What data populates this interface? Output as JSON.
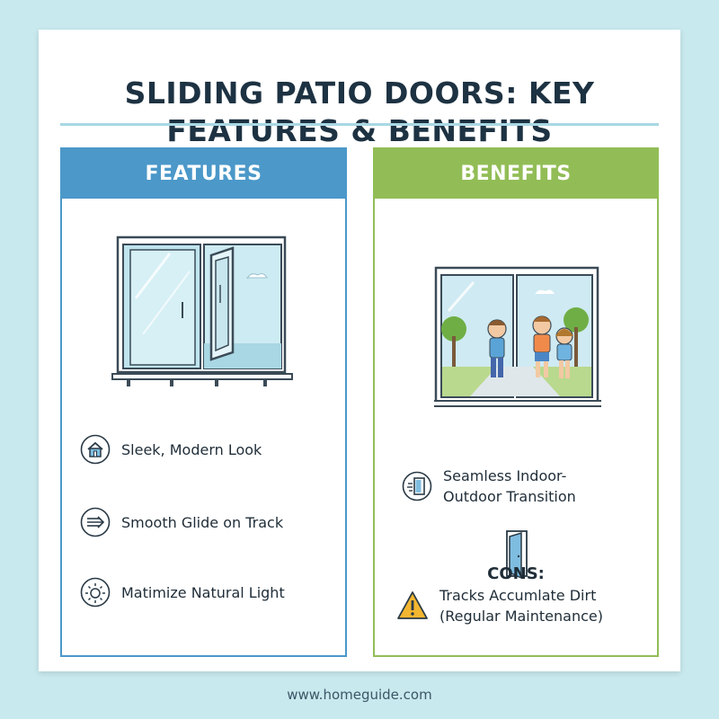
{
  "title_line1": "SLIDING PATIO DOORS: KEY",
  "title_line2": "FEATURES & BENEFITS",
  "features": {
    "heading": "FEATURES",
    "items": [
      {
        "icon": "house-icon",
        "label": "Sleek, Modern Look"
      },
      {
        "icon": "arrows-right-icon",
        "label": "Smooth Glide on Track"
      },
      {
        "icon": "sun-icon",
        "label": "Matimize Natural Light"
      }
    ]
  },
  "benefits": {
    "heading": "BENEFITS",
    "items": [
      {
        "icon": "door-exit-icon",
        "label_line1": "Seamless Indoor-",
        "label_line2": "Outdoor Transition"
      }
    ],
    "cons": {
      "heading": "CONS:",
      "icon": "warning-icon",
      "label_line1": "Tracks Accumlate Dirt",
      "label_line2": "(Regular Maintenance)"
    }
  },
  "footer": "www.homeguide.com",
  "colors": {
    "background": "#c8e9ee",
    "features_accent": "#4b98c9",
    "benefits_accent": "#92bd56",
    "title_text": "#1d3242",
    "warning": "#f2b630"
  }
}
